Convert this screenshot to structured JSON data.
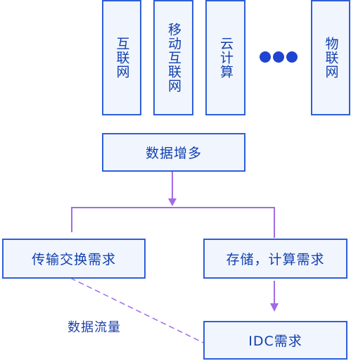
{
  "sources": {
    "internet": "互联网",
    "mobile_internet": "移动互联网",
    "cloud_computing": "云计算",
    "iot": "物联网"
  },
  "data_increase": "数据增多",
  "transfer_exchange": "传输交换需求",
  "storage_compute": "存储，计算需求",
  "idc_demand": "IDC需求",
  "data_traffic": "数据流量",
  "colors": {
    "box_border": "#2e5fd8",
    "box_fill": "#f1f5fd",
    "box_text": "#0f3fae",
    "connector": "#a26be6",
    "dots": "#1f44d1"
  }
}
